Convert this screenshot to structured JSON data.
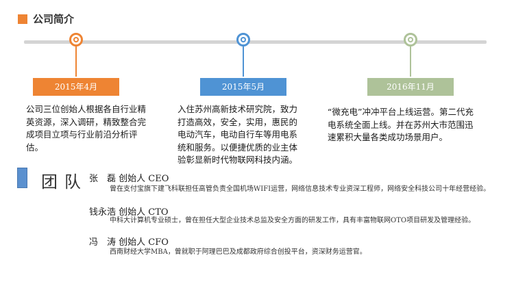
{
  "header": {
    "title": "公司简介"
  },
  "colors": {
    "orange": "#ee8433",
    "blue": "#4f93d4",
    "green": "#aec299",
    "accent": "#ee8433"
  },
  "timeline": [
    {
      "date": "2015年4月",
      "text": "公司三位创始人根据各自行业精英资源，深入调研，精致整合完成项目立项与行业前沿分析评估。"
    },
    {
      "date": "2015年5月",
      "text": "入住苏州高新技术研究院，致力打造高效，安全，实用，惠民的电动汽车，电动自行车等用电系统和服务。以便捷优质的业主体验彰显新时代物联网科技内涵。"
    },
    {
      "date": "2016年11月",
      "text": "“微充电”冲冲平台上线运营。第二代充电系统全面上线。并在苏州大市范围迅速累积大量各类成功场景用户。"
    }
  ],
  "team": {
    "title": "团队",
    "members": [
      {
        "name": "张　磊 创始人 CEO",
        "desc": "曾在支付宝旗下建飞科联担任高管负责全国机场WIFI运营，网络信息技术专业资深工程师，网络安全科技公司十年经营经验。"
      },
      {
        "name": "钱永浩 创始人 CTO",
        "desc": "中科大计算机专业硕士，曾在担任大型企业技术总监及安全方面的研发工作，具有丰富物联网OTO项目研发及管理经验。"
      },
      {
        "name": "冯　涛 创始人 CFO",
        "desc": "西南财经大学MBA，曾就职于阿理巴巴及成都政府综合创投平台，资深财务运营官。"
      }
    ]
  }
}
